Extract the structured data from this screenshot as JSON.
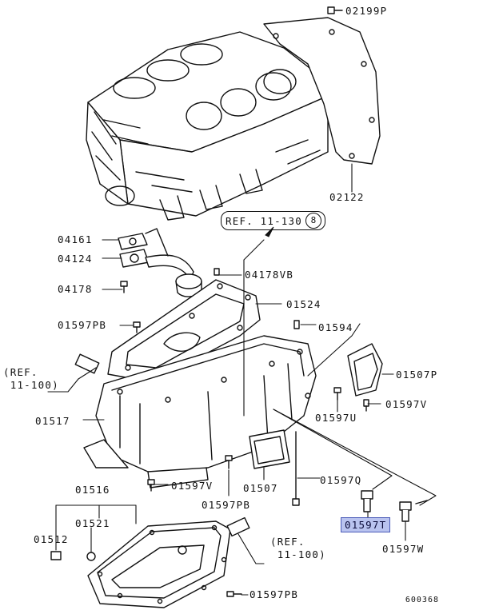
{
  "labels": {
    "p02199P": "02199P",
    "p02122": "02122",
    "p04161": "04161",
    "p04124": "04124",
    "p04178": "04178",
    "p04178VB": "04178VB",
    "p01524": "01524",
    "p01597PB_a": "01597PB",
    "p01594": "01594",
    "p01507P": "01507P",
    "p01597V_a": "01597V",
    "p01597U": "01597U",
    "p01517": "01517",
    "p01597V_b": "01597V",
    "p01507": "01507",
    "p01597Q": "01597Q",
    "p01597PB_b": "01597PB",
    "p01516": "01516",
    "p01521": "01521",
    "p01512": "01512",
    "p01597T": "01597T",
    "p01597W": "01597W",
    "p01597PB_c": "01597PB"
  },
  "refs": {
    "box_text": "REF. 11-130",
    "box_num": "8",
    "left": "(REF.\n 11-100)",
    "bottom": "(REF.\n 11-100)"
  },
  "diagram_code": "600368",
  "colors": {
    "highlight_bg": "#b9c3ef",
    "highlight_border": "#4a5ab8"
  }
}
